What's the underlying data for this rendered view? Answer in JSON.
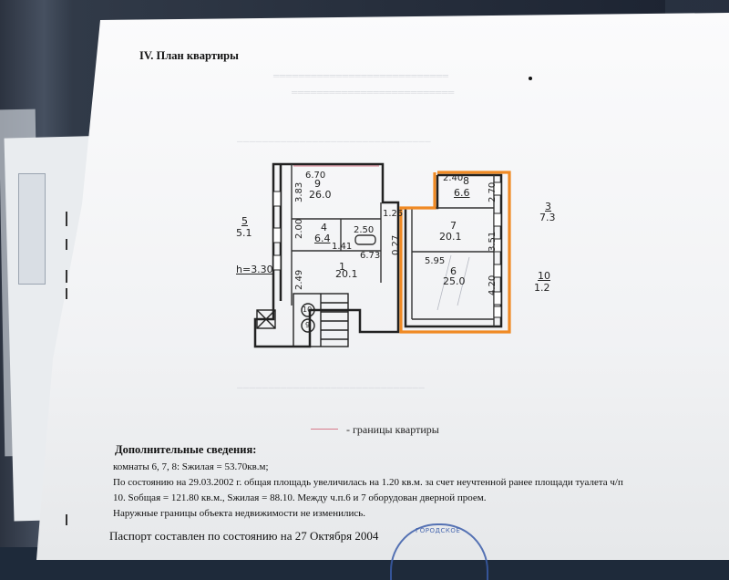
{
  "document": {
    "section_title": "IV. План квартиры",
    "legend_label": "- границы квартиры",
    "additional_info_title": "Дополнительные сведения:",
    "info_lines": [
      "комнаты 6, 7, 8: Sжилая = 53.70кв.м;",
      "По состоянию на 29.03.2002 г. общая площадь увеличилась на 1.20 кв.м. за счет неучтенной ранее площади туалета ч/п",
      "10. Sобщая = 121.80 кв.м., Sжилая = 88.10. Между ч.п.6 и 7 оборудован дверной проем.",
      "Наружные границы объекта недвижимости не изменились."
    ],
    "passport_line": "Паспорт составлен по состоянию на 27 Октября 2004",
    "stamp_text": "ГОРОДСКОЕ"
  },
  "plan": {
    "ceiling_height": "h=3.30",
    "rooms": [
      {
        "num": "9",
        "dim": "6.70",
        "area": "26.0"
      },
      {
        "num": "4",
        "area": "6.4"
      },
      {
        "dim": "2.50"
      },
      {
        "num": "1",
        "dim": "6.73",
        "area": "20.1"
      },
      {
        "num": "8",
        "dim": "2.40",
        "area": "6.6"
      },
      {
        "num": "7",
        "area": "20.1"
      },
      {
        "num": "6",
        "dim": "5.95",
        "area": "25.0"
      }
    ],
    "side_dims": [
      "3.83",
      "2.00",
      "2.49",
      "0.27",
      "3.51",
      "4.20",
      "2.70",
      "1.25",
      "1.41"
    ],
    "outside_labels": [
      {
        "num": "5",
        "area": "5.1"
      },
      {
        "num": "3",
        "area": "7.3"
      },
      {
        "num": "10",
        "area": "1.2"
      }
    ],
    "stair_numbers": [
      "10",
      "9"
    ]
  },
  "colors": {
    "highlight_outline": "#f08a24",
    "boundary_line": "#d77a8a",
    "stamp": "#3a5caa"
  }
}
